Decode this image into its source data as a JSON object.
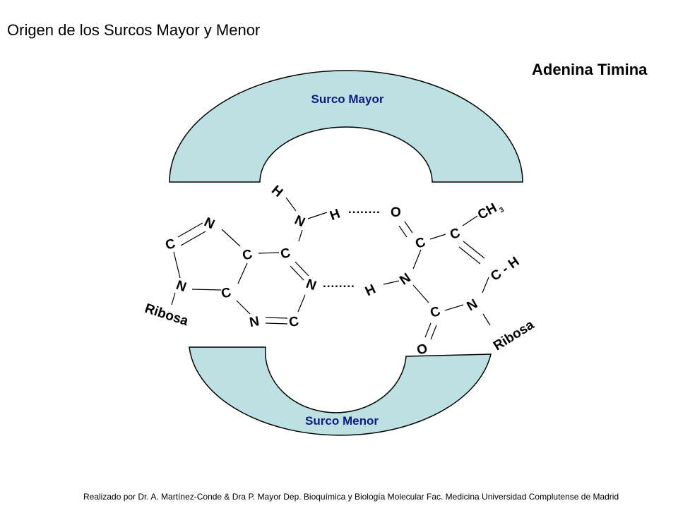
{
  "title": "Origen de los Surcos Mayor y Menor",
  "heading": "Adenina Timina",
  "major_groove_label": "Surco Mayor",
  "minor_groove_label": "Surco Menor",
  "groove_color": "#bde0e2",
  "label_color": "#0d1a82",
  "atoms": {
    "a_H": "H",
    "a_N1": "N",
    "a_H2": "H",
    "a_Ntop": "N",
    "a_Cleft": "C",
    "a_C2": "C",
    "a_C3": "C",
    "a_Nleft": "N",
    "a_C4": "C",
    "a_N5": "N",
    "a_Nbot": "N",
    "a_Cbot": "C",
    "t_O1": "O",
    "t_Ctop": "C",
    "t_Cright": "C",
    "t_CH": "CH",
    "t_CH_sub": "3",
    "t_CH2": "C - H",
    "t_H": "H",
    "t_N": "N",
    "t_C": "C",
    "t_N2": "N",
    "t_O2": "O"
  },
  "hbond_top": "........",
  "hbond_bottom": "........",
  "ribose_left": "Ribosa",
  "ribose_right": "Ribosa",
  "footer": "Realizado por Dr. A. Martínez-Conde  & Dra P. Mayor Dep. Bioquímica y Biología Molecular Fac. Medicina Universidad Complutense de Madrid"
}
